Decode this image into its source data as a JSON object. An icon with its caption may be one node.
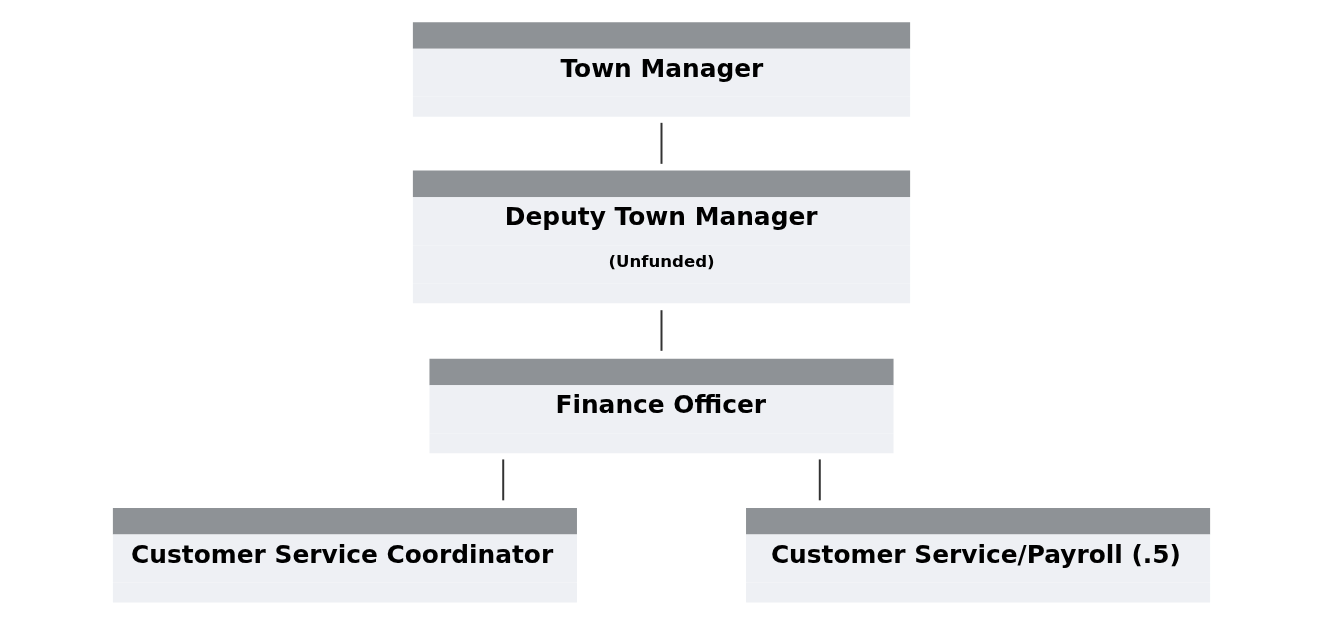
{
  "diagram": {
    "nodes": [
      {
        "text": [
          "Town Manager"
        ]
      },
      {
        "text": [
          "Deputy Town Manager",
          "(Unfunded)"
        ]
      },
      {
        "text": [
          "Finance Officer"
        ]
      },
      {
        "text": [
          "Customer Service Coordinator"
        ]
      },
      {
        "text": [
          "Customer Service/Payroll (.5)"
        ]
      }
    ],
    "edges": [
      {
        "from": 0,
        "to": 1,
        "arrow": "none"
      },
      {
        "from": 1,
        "to": 2,
        "arrow": "none"
      },
      {
        "from": 2,
        "to": 3,
        "arrow": "none"
      },
      {
        "from": 2,
        "to": 4,
        "arrow": "none"
      }
    ]
  }
}
